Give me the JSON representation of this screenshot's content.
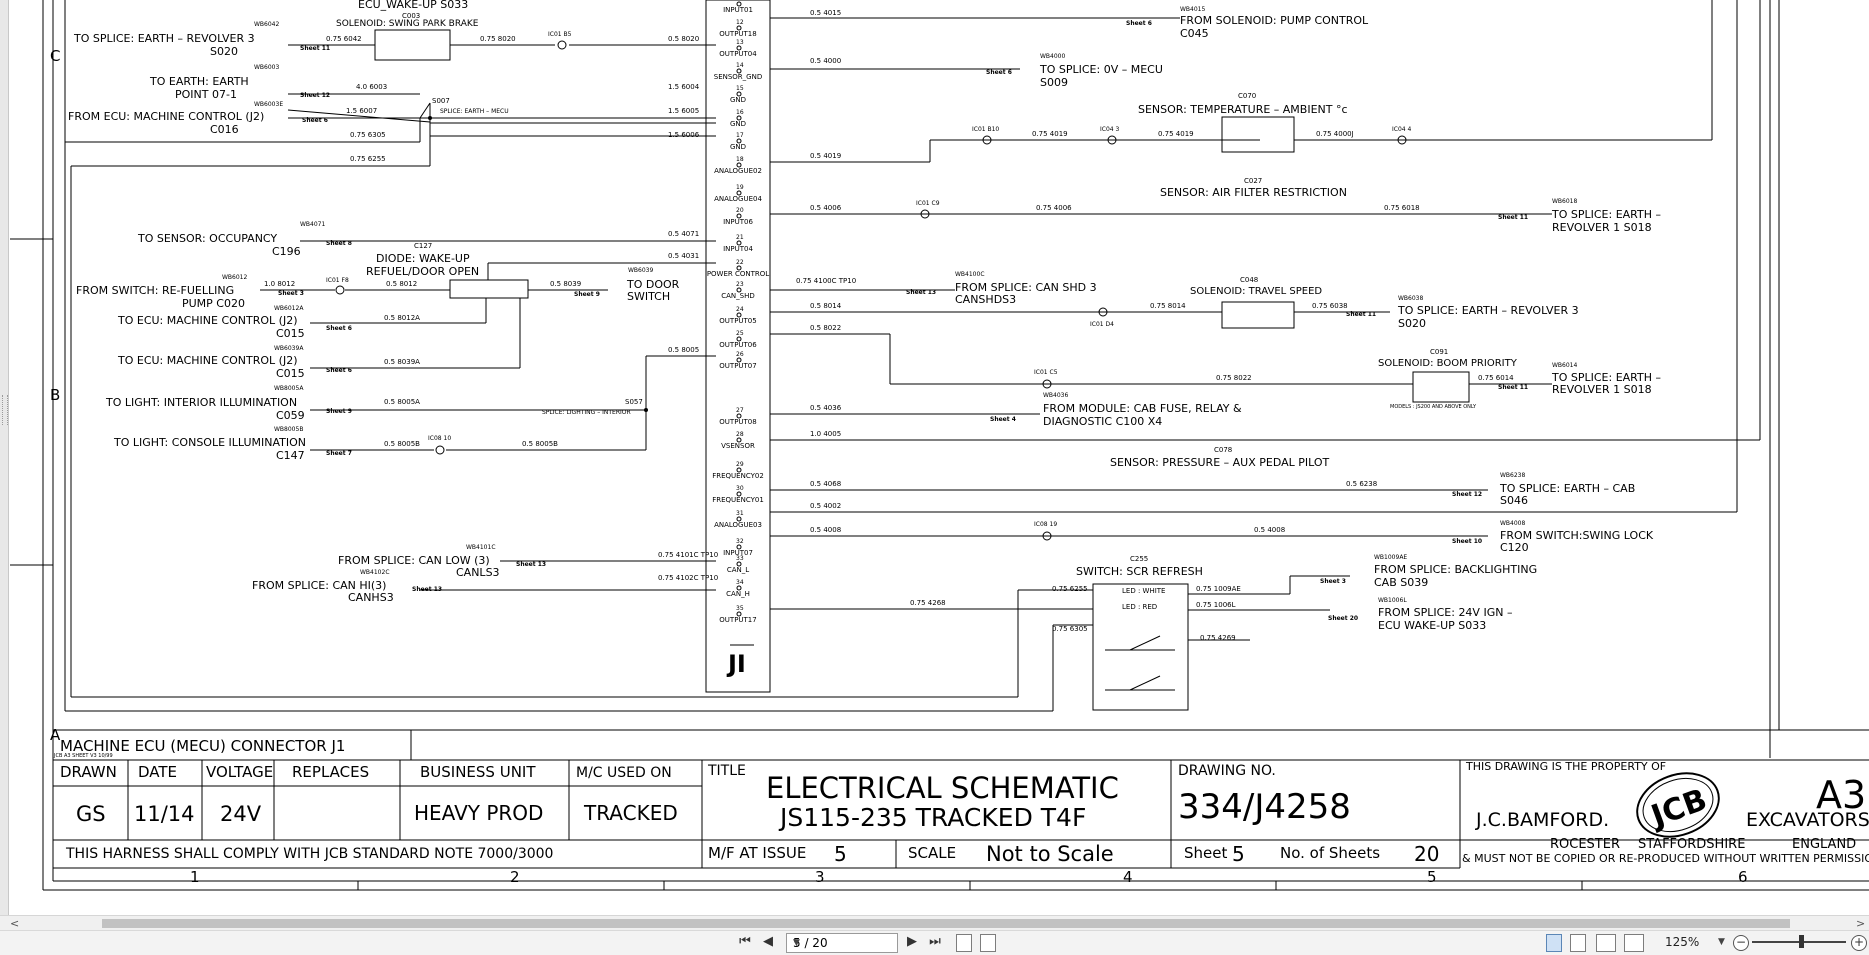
{
  "schematic": {
    "zones": [
      "A",
      "B",
      "C"
    ],
    "columns": [
      "1",
      "2",
      "3",
      "4",
      "5",
      "6"
    ],
    "connector": {
      "label": "JI",
      "pins": [
        {
          "num": "",
          "name": "INPUT01"
        },
        {
          "num": "12",
          "name": "OUTPUT18"
        },
        {
          "num": "13",
          "name": "OUTPUT04"
        },
        {
          "num": "14",
          "name": "SENSOR_GND"
        },
        {
          "num": "15",
          "name": "GND"
        },
        {
          "num": "16",
          "name": "GND"
        },
        {
          "num": "17",
          "name": "GND"
        },
        {
          "num": "18",
          "name": "ANALOGUE02"
        },
        {
          "num": "19",
          "name": "ANALOGUE04"
        },
        {
          "num": "20",
          "name": "INPUT06"
        },
        {
          "num": "21",
          "name": "INPUT04"
        },
        {
          "num": "22",
          "name": "POWER CONTROL"
        },
        {
          "num": "23",
          "name": "CAN_SHD"
        },
        {
          "num": "24",
          "name": "OUTPUT05"
        },
        {
          "num": "25",
          "name": "OUTPUT06"
        },
        {
          "num": "26",
          "name": "OUTPUT07"
        },
        {
          "num": "27",
          "name": "OUTPUT08"
        },
        {
          "num": "28",
          "name": "VSENSOR"
        },
        {
          "num": "29",
          "name": "FREQUENCY02"
        },
        {
          "num": "30",
          "name": "FREQUENCY01"
        },
        {
          "num": "31",
          "name": "ANALOGUE03"
        },
        {
          "num": "32",
          "name": "INPUT07"
        },
        {
          "num": "33",
          "name": "CAN_L"
        },
        {
          "num": "34",
          "name": "CAN_H"
        },
        {
          "num": "35",
          "name": "OUTPUT17"
        }
      ]
    },
    "left_labels": {
      "top_cut": "ECU_WAKE-UP S033",
      "sol_swing_title": "SOLENOID: SWING PARK BRAKE",
      "earth_rev3": [
        "TO SPLICE: EARTH – REVOLVER 3",
        "S020"
      ],
      "earth_point": [
        "TO EARTH: EARTH",
        "POINT 07-1"
      ],
      "ecu_j2": [
        "FROM ECU: MACHINE CONTROL (J2)",
        "C016"
      ],
      "splice_earth_mecu": "SPLICE: EARTH – MECU",
      "occupancy": [
        "TO SENSOR: OCCUPANCY",
        "C196"
      ],
      "diode": [
        "DIODE: WAKE-UP",
        "REFUEL/DOOR OPEN"
      ],
      "refuel": [
        "FROM SWITCH: RE-FUELLING",
        "PUMP C020"
      ],
      "door": [
        "TO DOOR",
        "SWITCH"
      ],
      "ecu_c015a": [
        "TO ECU: MACHINE CONTROL (J2)",
        "C015"
      ],
      "ecu_c015b": [
        "TO ECU: MACHINE CONTROL (J2)",
        "C015"
      ],
      "interior": [
        "TO LIGHT: INTERIOR ILLUMINATION",
        "C059"
      ],
      "splice_lighting": "SPLICE: LIGHTING – INTERIOR",
      "console": [
        "TO LIGHT: CONSOLE ILLUMINATION",
        "C147"
      ],
      "can_low": [
        "FROM SPLICE: CAN LOW (3)",
        "CANLS3"
      ],
      "can_hi": [
        "FROM SPLICE: CAN HI(3)",
        "CANHS3"
      ]
    },
    "right_labels": {
      "pump_control": [
        "FROM SOLENOID: PUMP CONTROL",
        "C045"
      ],
      "ov_mecu": [
        "TO SPLICE: 0V – MECU",
        "S009"
      ],
      "temp_title": "SENSOR: TEMPERATURE – AMBIENT °c",
      "air_filter_title": "SENSOR: AIR FILTER RESTRICTION",
      "earth_rev1a": [
        "TO SPLICE: EARTH –",
        "REVOLVER 1 S018"
      ],
      "can_shd": [
        "FROM SPLICE: CAN SHD 3",
        "CANSHDS3"
      ],
      "travel_title": "SOLENOID: TRAVEL SPEED",
      "earth_rev3b": [
        "TO SPLICE: EARTH – REVOLVER 3",
        "S020"
      ],
      "boom_title": "SOLENOID: BOOM PRIORITY",
      "models_note": "MODELS : JS200 AND ABOVE ONLY",
      "earth_rev1b": [
        "TO SPLICE: EARTH –",
        "REVOLVER 1 S018"
      ],
      "cab_fuse": [
        "FROM MODULE: CAB FUSE, RELAY &",
        "DIAGNOSTIC C100 X4"
      ],
      "aux_title": "SENSOR: PRESSURE – AUX PEDAL PILOT",
      "earth_cab": [
        "TO SPLICE: EARTH – CAB",
        "S046"
      ],
      "swing_lock": [
        "FROM   SWITCH:SWING LOCK",
        "C120"
      ],
      "scr_title": "SWITCH: SCR REFRESH",
      "scr_led1": "LED : WHITE",
      "scr_led2": "LED : RED",
      "backlighting": [
        "FROM SPLICE: BACKLIGHTING",
        "CAB S039"
      ],
      "ign": [
        "FROM SPLICE: 24V IGN –",
        "ECU WAKE-UP S033"
      ]
    },
    "connectors": {
      "c003": "C003",
      "c127": "C127",
      "c070": "C070",
      "c027": "C027",
      "c048": "C048",
      "c091": "C091",
      "c078": "C078",
      "c255": "C255",
      "s007": "S007",
      "s057": "S057"
    },
    "wire_ids": {
      "w6042": "WB6042",
      "w6003": "WB6003",
      "w6003e": "WB6003E",
      "w4071": "WB4071",
      "w6012": "WB6012",
      "w6012a": "WB6012A",
      "w6039a": "WB6039A",
      "w6039": "WB6039",
      "w8005a": "WB8005A",
      "w8005b": "WB8005B",
      "w4101c": "WB4101C",
      "w4102c": "WB4102C",
      "w4015": "WB4015",
      "w4000": "WB4000",
      "w6018": "WB6018",
      "w4100c": "WB4100C",
      "w6038": "WB6038",
      "w6014": "WB6014",
      "w4036": "WB4036",
      "w6238": "WB6238",
      "w4008": "WB4008",
      "w1009ae": "WB1009AE",
      "w1006l": "WB1006L"
    },
    "wires": {
      "a": "0.75 6042",
      "b": "0.75 8020",
      "c": "4.0 6003",
      "d": "1.5 6007",
      "e": "0.75 6305",
      "f": "0.75 6255",
      "g": "1.0 8012",
      "h": "0.5 8012",
      "i": "0.5 8039",
      "j": "0.5 8012A",
      "k": "0.5 8039A",
      "l": "0.5 8005A",
      "m": "0.5 8005B",
      "n": "0.5 8005B",
      "o": "0.75 4101C TP10",
      "p": "0.75 4102C TP10",
      "q": "0.5 8020",
      "r": "1.5 6004",
      "s": "1.5 6005",
      "t": "1.5 6006",
      "u": "0.5 4071",
      "v": "0.5 4031",
      "w": "0.5 8005",
      "x": "0.5 4015",
      "y": "0.5 4000",
      "z": "0.5 4019",
      "aa": "0.75 4019",
      "ab": "0.75 4019",
      "ac": "0.75 4000J",
      "ad": "0.5 4006",
      "ae": "0.75 4006",
      "af": "0.75 6018",
      "ag": "0.75 4100C TP10",
      "ah": "0.5 8014",
      "ai": "0.75 8014",
      "aj": "0.75 6038",
      "ak": "0.5 8022",
      "al": "0.75 8022",
      "am": "0.75 6014",
      "an": "0.5 4036",
      "ao": "1.0 4005",
      "ap": "0.5 4068",
      "aq": "0.5 6238",
      "ar": "0.5 4002",
      "as": "0.5 4008",
      "at": "0.5 4008",
      "au": "0.75 4268",
      "av": "0.75 6255",
      "aw": "0.75 1009AE",
      "ax": "0.75 1006L",
      "ay": "0.75 6305",
      "az": "0.75 4269"
    },
    "refs": {
      "r1": "Sheet 11",
      "r2": "Sheet 12",
      "r3": "Sheet 6",
      "r4": "Sheet 8",
      "r5": "Sheet 3",
      "r6": "Sheet 9",
      "r7": "Sheet 6",
      "r8": "Sheet 6",
      "r9": "Sheet 9",
      "r10": "Sheet 7",
      "r11": "Sheet 13",
      "r12": "Sheet 13",
      "r13": "Sheet 6",
      "r14": "Sheet 6",
      "r15": "Sheet 11",
      "r16": "Sheet 13",
      "r17": "Sheet 11",
      "r18": "Sheet 11",
      "r19": "Sheet 4",
      "r20": "Sheet 12",
      "r21": "Sheet 10",
      "r22": "Sheet 3",
      "r23": "Sheet 20"
    },
    "ics": {
      "i1": "IC01 B5",
      "i2": "IC01 F8",
      "i3": "IC08 10",
      "i4": "IC01 B10",
      "i5": "IC04 3",
      "i6": "IC04 4",
      "i7": "IC01 C9",
      "i8": "IC01 D4",
      "i9": "IC01 C5",
      "i10": "IC08 19"
    },
    "title_block": {
      "connector_title": "MACHINE ECU (MECU) CONNECTOR J1",
      "sheet_note": "JCB A3 SHEET V3 10/99",
      "headers": [
        "DRAWN",
        "DATE",
        "VOLTAGE",
        "REPLACES",
        "BUSINESS UNIT",
        "M/C USED ON"
      ],
      "values": [
        "GS",
        "11/14",
        "24V",
        "",
        "HEAVY PROD",
        "TRACKED"
      ],
      "title_label": "TITLE",
      "title_line1": "ELECTRICAL SCHEMATIC",
      "title_line2": "JS115-235 TRACKED T4F",
      "drawing_no_label": "DRAWING NO.",
      "drawing_no": "334/J4258",
      "property_note": "THIS DRAWING IS THE PROPERTY OF",
      "company": "J.C.BAMFORD.",
      "logo": "JCB",
      "size": "A3",
      "division": "EXCAVATORS",
      "address": [
        "ROCESTER",
        "STAFFORDSHIRE",
        "ENGLAND"
      ],
      "copy_note": "& MUST NOT BE COPIED OR RE-PRODUCED WITHOUT WRITTEN PERMISSION",
      "compliance": "THIS HARNESS SHALL COMPLY WITH JCB STANDARD NOTE 7000/3000",
      "mf_label": "M/F AT ISSUE",
      "mf_value": "5",
      "scale_label": "SCALE",
      "scale_value": "Not to Scale",
      "sheet_label": "Sheet",
      "sheet_value": "5",
      "sheets_label": "No. of Sheets",
      "sheets_value": "20"
    }
  },
  "toolbar": {
    "first": "⏮",
    "prev": "◀",
    "next": "▶",
    "last": "⏭",
    "page_display": "5 / 20",
    "zoom": "125%",
    "zoom_out": "−",
    "zoom_in": "+"
  },
  "scrollbar": {
    "left": "<",
    "right": ">"
  }
}
